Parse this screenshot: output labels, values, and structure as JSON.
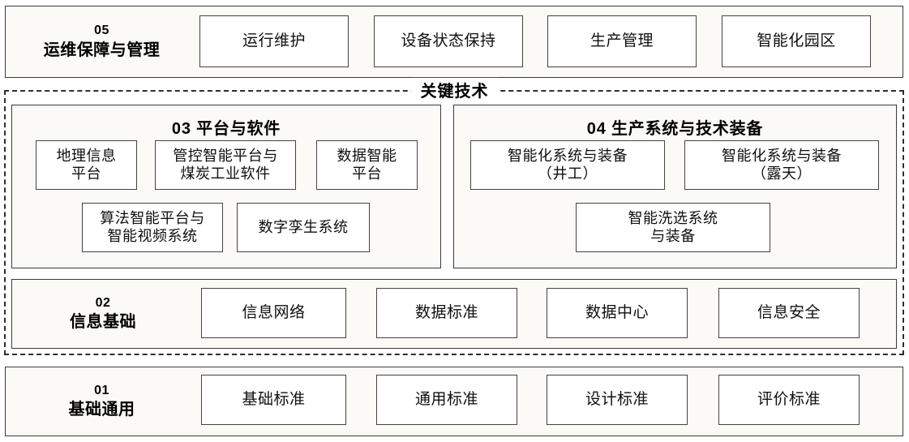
{
  "diagram": {
    "key_tech_band_label": "关键技术",
    "rows": {
      "row05": {
        "number": "05",
        "name": "运维保障与管理",
        "items": [
          "运行维护",
          "设备状态保持",
          "生产管理",
          "智能化园区"
        ]
      },
      "row02": {
        "number": "02",
        "name": "信息基础",
        "items": [
          "信息网络",
          "数据标准",
          "数据中心",
          "信息安全"
        ]
      },
      "row01": {
        "number": "01",
        "name": "基础通用",
        "items": [
          "基础标准",
          "通用标准",
          "设计标准",
          "评价标准"
        ]
      }
    },
    "groups": {
      "group03": {
        "title": "03 平台与软件",
        "items": [
          "地理信息\n平台",
          "管控智能平台与\n煤炭工业软件",
          "数据智能\n平台",
          "算法智能平台与\n智能视频系统",
          "数字孪生系统"
        ]
      },
      "group04": {
        "title": "04 生产系统与技术装备",
        "items": [
          "智能化系统与装备\n（井工）",
          "智能化系统与装备\n（露天）",
          "智能洗选系统\n与装备"
        ]
      }
    },
    "colors": {
      "panel_fill": "#fbfaf6",
      "box_fill": "#ffffff",
      "border": "#3b3b3b",
      "dashed_border": "#2e2e2e",
      "text": "#0f0f0f"
    }
  }
}
